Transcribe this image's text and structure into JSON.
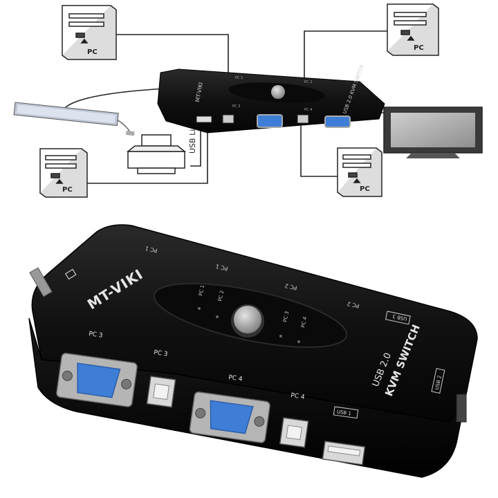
{
  "diagram": {
    "pc_label": "PC",
    "usb_line_label": "USB Line",
    "small_switch": {
      "brand": "MT-VIKI",
      "title": "USB 2.0 KVM SWITCH",
      "port_labels": [
        "PC 1",
        "PC 2",
        "PC 3",
        "PC 4"
      ]
    }
  },
  "device": {
    "brand": "MT-VIKI",
    "title_line1": "USB 2.0",
    "title_line2": "KVM SWITCH",
    "port_labels_top": [
      "PC 1",
      "PC 1",
      "PC 2",
      "PC 2"
    ],
    "led_labels": [
      "PC 1",
      "PC 2",
      "PC 3",
      "PC 4"
    ],
    "front_labels": [
      "PC 3",
      "PC 3",
      "PC 4",
      "PC 4"
    ],
    "usb_labels": [
      "USB 1",
      "USB 2",
      "USB 3"
    ]
  },
  "colors": {
    "body": "#161616",
    "vga_blue": "#3f7ed6",
    "button": "#9a9a9a",
    "line": "#222222"
  }
}
